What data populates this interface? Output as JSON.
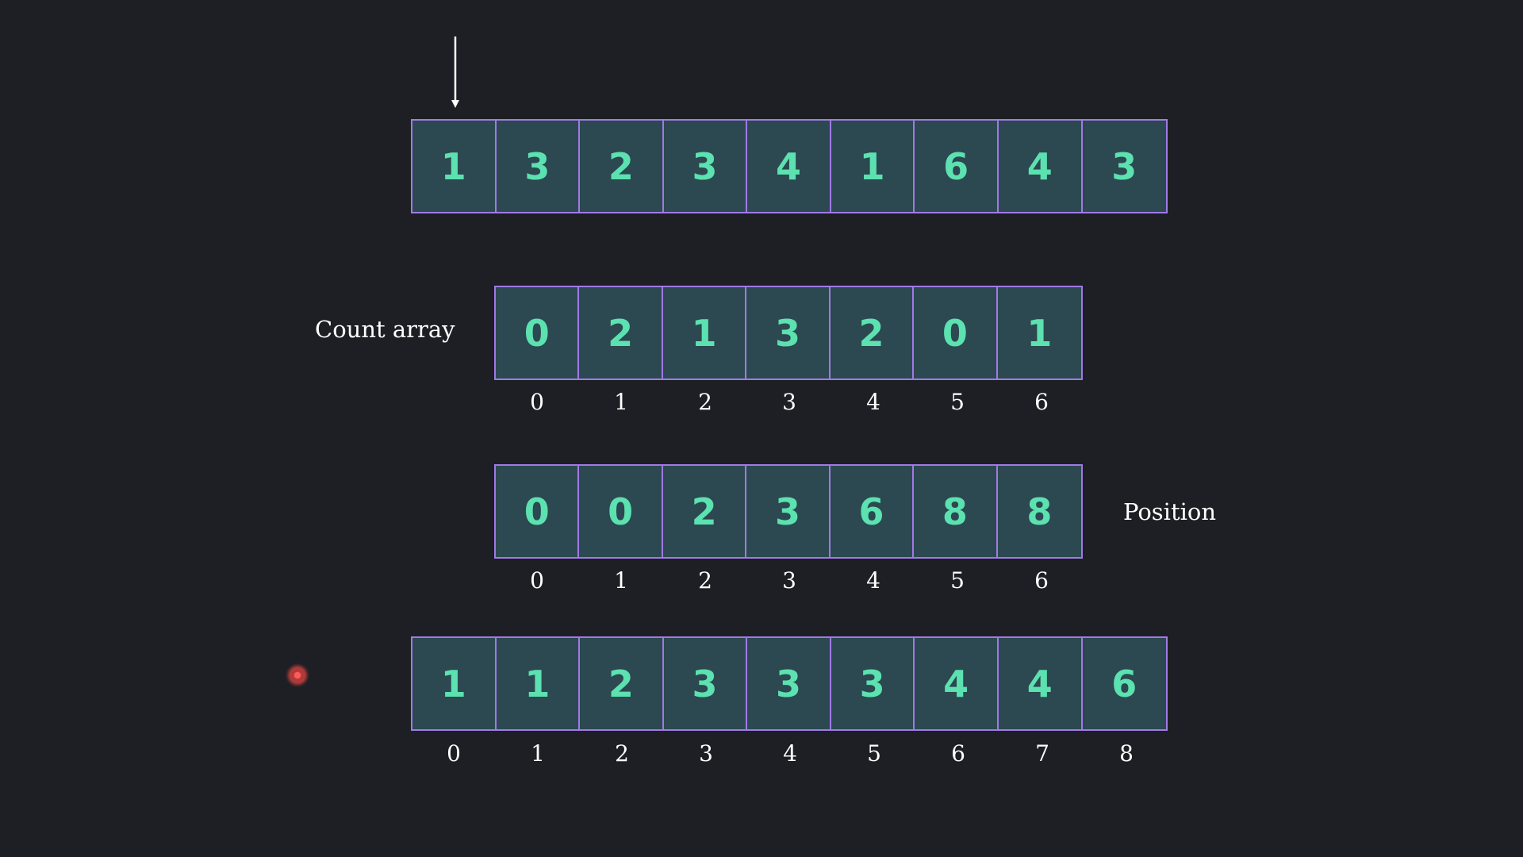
{
  "input_array": {
    "values": [
      "1",
      "3",
      "2",
      "3",
      "4",
      "1",
      "6",
      "4",
      "3"
    ]
  },
  "count_array": {
    "label": "Count array",
    "values": [
      "0",
      "2",
      "1",
      "3",
      "2",
      "0",
      "1"
    ],
    "indices": [
      "0",
      "1",
      "2",
      "3",
      "4",
      "5",
      "6"
    ]
  },
  "position_array": {
    "label": "Position",
    "values": [
      "0",
      "0",
      "2",
      "3",
      "6",
      "8",
      "8"
    ],
    "indices": [
      "0",
      "1",
      "2",
      "3",
      "4",
      "5",
      "6"
    ]
  },
  "output_array": {
    "values": [
      "1",
      "1",
      "2",
      "3",
      "3",
      "3",
      "4",
      "4",
      "6"
    ],
    "indices": [
      "0",
      "1",
      "2",
      "3",
      "4",
      "5",
      "6",
      "7",
      "8"
    ]
  },
  "pointer": {
    "icon": "down-arrow-icon",
    "points_to_index": 0
  },
  "colors": {
    "background": "#1d1f24",
    "cell_fill": "#2c4850",
    "cell_border": "#a07ae6",
    "cell_text": "#5ce1b0",
    "label_text": "#ffffff",
    "cursor_dot": "#e05050"
  }
}
